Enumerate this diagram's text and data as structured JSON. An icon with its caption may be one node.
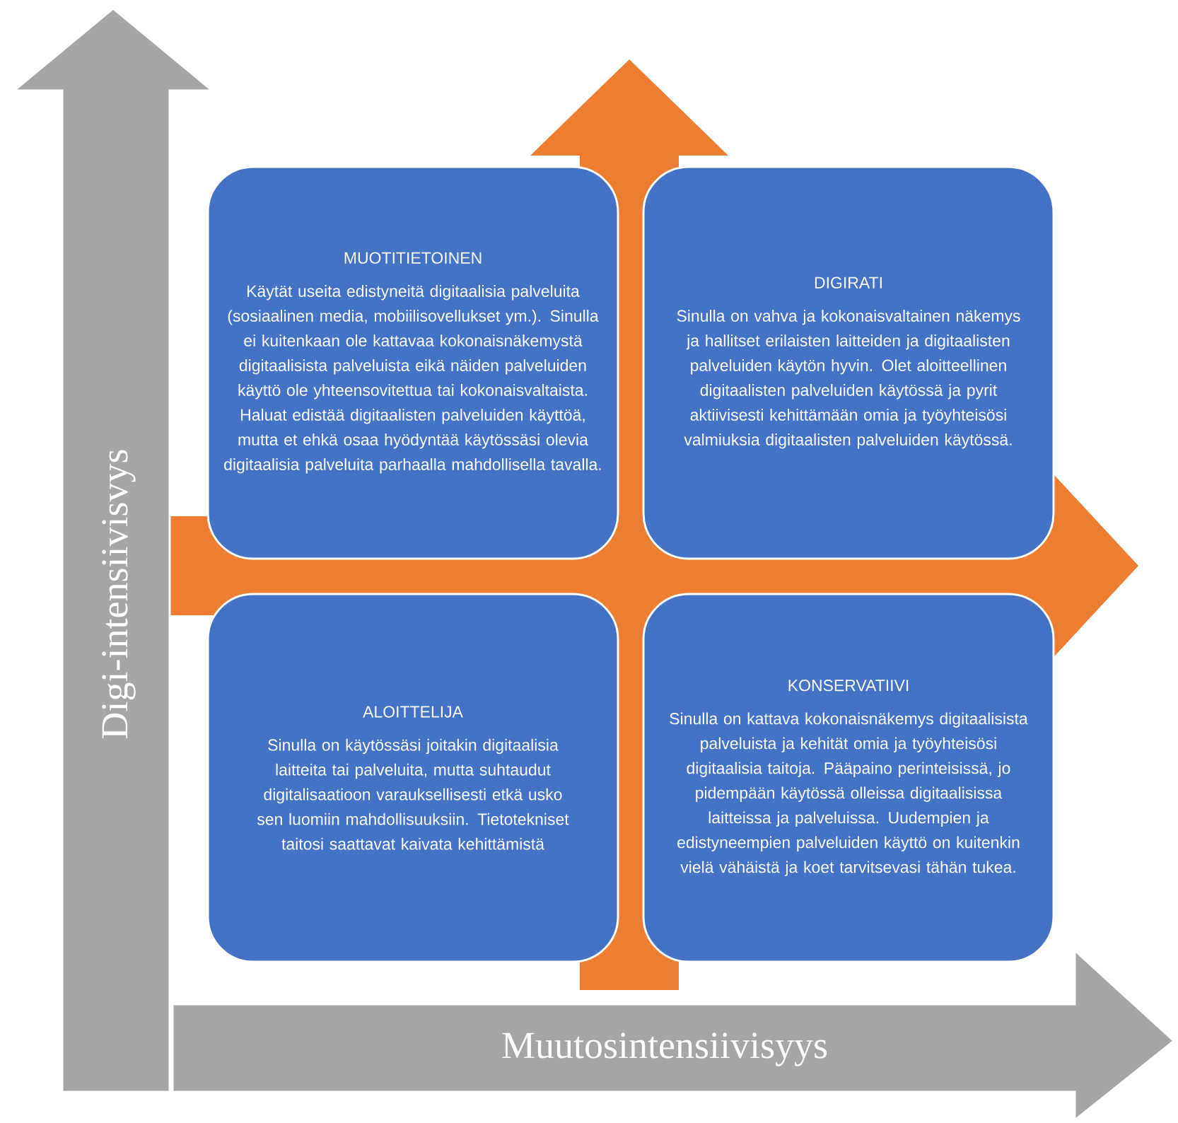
{
  "diagram": {
    "nodes": [
      {
        "text": [
          "Digi-intensiivisvys"
        ]
      },
      {
        "text": [
          "Muutosintensiivisyys"
        ]
      },
      {
        "text": [
          "MUOTITIETOINEN",
          "Käytät useita edistyneitä digitaalisia palveluita (sosiaalinen media, mobiilisovellukset ym.). Sinulla ei kuitenkaan ole kattavaa kokonaisnäkemystä digitaalisista palveluista eikä näiden palveluiden käyttö ole yhteensovitettua tai kokonaisvaltaista. Haluat edistää digitaalisten palveluiden käyttöä, mutta et ehkä osaa hyödyntää käytössäsi olevia digitaalisia palveluita parhaalla mahdollisella tavalla."
        ]
      },
      {
        "text": [
          "DIGIRATI",
          "Sinulla on vahva ja kokonaisvaltainen näkemys ja hallitset erilaisten laitteiden ja digitaalisten palveluiden käytön hyvin. Olet aloitteellinen digitaalisten palveluiden käytössä ja pyrit aktiivisesti kehittämään omia ja työyhteisösi valmiuksia digitaalisten palveluiden käytössä."
        ]
      },
      {
        "text": [
          "ALOITTELIJA",
          "Sinulla on käytössäsi joitakin digitaalisia laitteita tai palveluita, mutta suhtaudut digitalisaatioon varauksellisesti etkä usko sen luomiin mahdollisuuksiin. Tietotekniset taitosi saattavat kaivata kehittämistä"
        ]
      },
      {
        "text": [
          "KONSERVATIIVI",
          "Sinulla on kattava kokonaisnäkemys digitaalisista palveluista ja kehität omia ja työyhteisösi digitaalisia taitoja. Pääpaino perinteisissä, jo pidempään käytössä olleissa digitaalisissa laitteissa ja palveluissa. Uudempien ja edistyneempien palveluiden käyttö on kuitenkin vielä vähäistä ja koet tarvitsevasi tähän tukea."
        ]
      }
    ]
  }
}
